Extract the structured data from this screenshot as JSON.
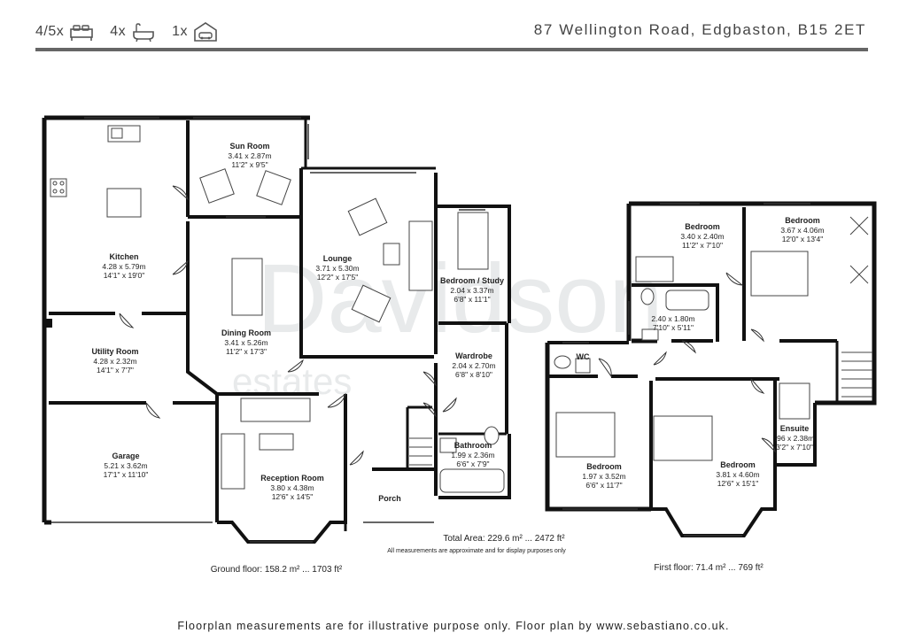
{
  "header": {
    "bedrooms": "4/5x",
    "bathrooms": "4x",
    "garages": "1x",
    "address": "87 Wellington Road, Edgbaston, B15 2ET",
    "icons": [
      "bed-icon",
      "bath-icon",
      "garage-icon"
    ]
  },
  "watermark": {
    "brand": "Davidson",
    "sub": "estates"
  },
  "rooms": {
    "sun_room": {
      "name": "Sun Room",
      "m": "3.41 x 2.87m",
      "ft": "11'2\" x 9'5\""
    },
    "kitchen": {
      "name": "Kitchen",
      "m": "4.28 x 5.79m",
      "ft": "14'1\" x 19'0\""
    },
    "lounge": {
      "name": "Lounge",
      "m": "3.71 x 5.30m",
      "ft": "12'2\" x 17'5\""
    },
    "bedroom_study": {
      "name": "Bedroom / Study",
      "m": "2.04 x 3.37m",
      "ft": "6'8\" x 11'1\""
    },
    "dining": {
      "name": "Dining Room",
      "m": "3.41 x 5.26m",
      "ft": "11'2\" x 17'3\""
    },
    "utility": {
      "name": "Utility Room",
      "m": "4.28 x 2.32m",
      "ft": "14'1\" x 7'7\""
    },
    "wardrobe": {
      "name": "Wardrobe",
      "m": "2.04 x 2.70m",
      "ft": "6'8\" x 8'10\""
    },
    "garage": {
      "name": "Garage",
      "m": "5.21 x 3.62m",
      "ft": "17'1\" x 11'10\""
    },
    "bathroom": {
      "name": "Bathroom",
      "m": "1.99 x 2.36m",
      "ft": "6'6\" x 7'9\""
    },
    "reception": {
      "name": "Reception Room",
      "m": "3.80 x 4.38m",
      "ft": "12'6\" x 14'5\""
    },
    "porch": {
      "name": "Porch"
    },
    "bedroom_1": {
      "name": "Bedroom",
      "m": "3.40 x 2.40m",
      "ft": "11'2\" x 7'10\""
    },
    "bedroom_2": {
      "name": "Bedroom",
      "m": "3.67 x 4.06m",
      "ft": "12'0\" x 13'4\""
    },
    "first_bath": {
      "m": "2.40 x 1.80m",
      "ft": "7'10\" x 5'11\""
    },
    "wc": {
      "name": "WC"
    },
    "bedroom_3": {
      "name": "Bedroom",
      "m": "1.97 x 3.52m",
      "ft": "6'6\" x 11'7\""
    },
    "bedroom_4": {
      "name": "Bedroom",
      "m": "3.81 x 4.60m",
      "ft": "12'6\" x 15'1\""
    },
    "ensuite": {
      "name": "Ensuite",
      "m": ".96 x 2.38m",
      "ft": "3'2\" x 7'10\""
    }
  },
  "totals": {
    "total_area": "Total Area: 229.6 m² ... 2472 ft²",
    "disclaimer": "All measurements are approximate and for display purposes only",
    "ground_floor": "Ground floor: 158.2 m² ... 1703 ft²",
    "first_floor": "First floor: 71.4 m² ... 769 ft²"
  },
  "footer": "Floorplan measurements are for illustrative purpose only. Floor plan by www.sebastiano.co.uk."
}
